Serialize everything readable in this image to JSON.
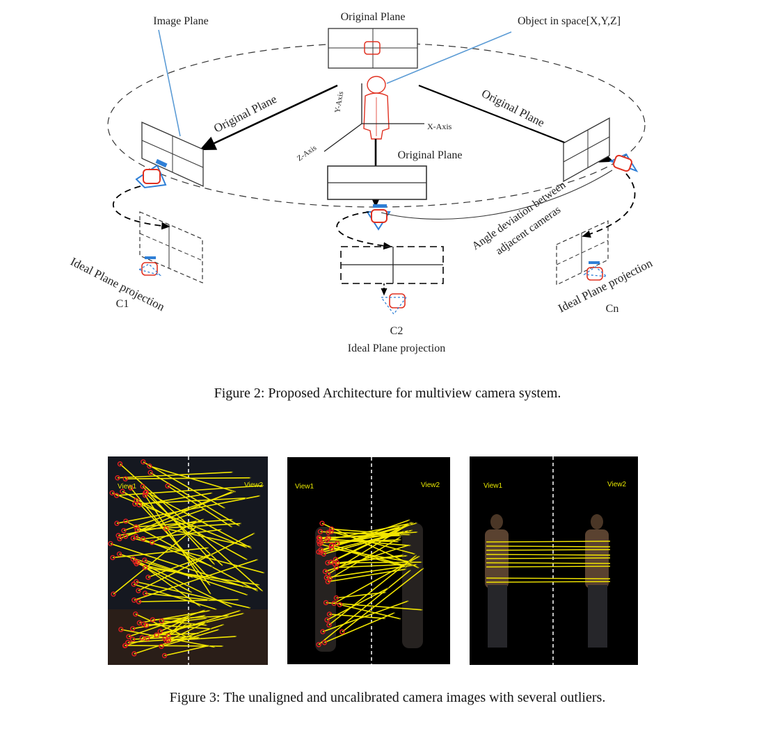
{
  "figure2": {
    "labels": {
      "image_plane": "Image Plane",
      "original_plane_top": "Original Plane",
      "object_in_space": "Object in space[X,Y,Z]",
      "original_plane_left": "Original Plane",
      "original_plane_right": "Original Plane",
      "original_plane_center": "Original Plane",
      "y_axis": "Y-Axis",
      "x_axis": "X-Axis",
      "z_axis": "Z-Axis",
      "angle_deviation_1": "Angle deviation between",
      "angle_deviation_2": "adjacent cameras",
      "ideal_left": "Ideal  Plane projection",
      "c1": "C1",
      "c2": "C2",
      "ideal_center": "Ideal  Plane projection",
      "ideal_right": "Ideal  Plane projection",
      "cn": "Cn"
    },
    "caption": "Figure 2: Proposed Architecture for multiview camera system."
  },
  "figure3": {
    "panels": [
      {
        "view1": "View1",
        "view2": "View2"
      },
      {
        "view1": "View1",
        "view2": "View2"
      },
      {
        "view1": "View1",
        "view2": "View2"
      }
    ],
    "caption": "Figure 3: The unaligned and uncalibrated camera images with several outliers."
  },
  "colors": {
    "match_line": "#f2e600",
    "keypoint_left": "#e02020",
    "keypoint_right": "#30d030",
    "camera_blue": "#2f7fd6",
    "camera_red": "#e03020"
  }
}
